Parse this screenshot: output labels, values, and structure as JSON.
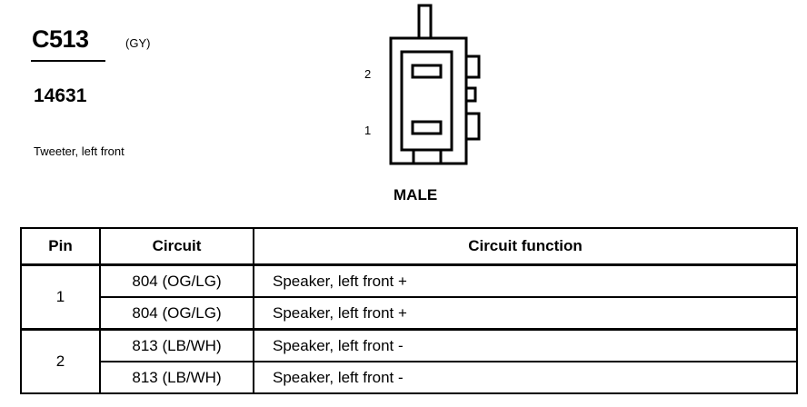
{
  "connector": {
    "id": "C513",
    "color": "(GY)",
    "part_number": "14631",
    "description": "Tweeter, left front",
    "gender": "MALE",
    "pin_labels": [
      "2",
      "1"
    ]
  },
  "table": {
    "headers": [
      "Pin",
      "Circuit",
      "Circuit function"
    ],
    "groups": [
      {
        "pin": "1",
        "rows": [
          {
            "circuit": "804 (OG/LG)",
            "function": "Speaker, left front +"
          },
          {
            "circuit": "804 (OG/LG)",
            "function": "Speaker, left front +"
          }
        ]
      },
      {
        "pin": "2",
        "rows": [
          {
            "circuit": "813 (LB/WH)",
            "function": "Speaker, left front -"
          },
          {
            "circuit": "813 (LB/WH)",
            "function": "Speaker, left front -"
          }
        ]
      }
    ]
  }
}
